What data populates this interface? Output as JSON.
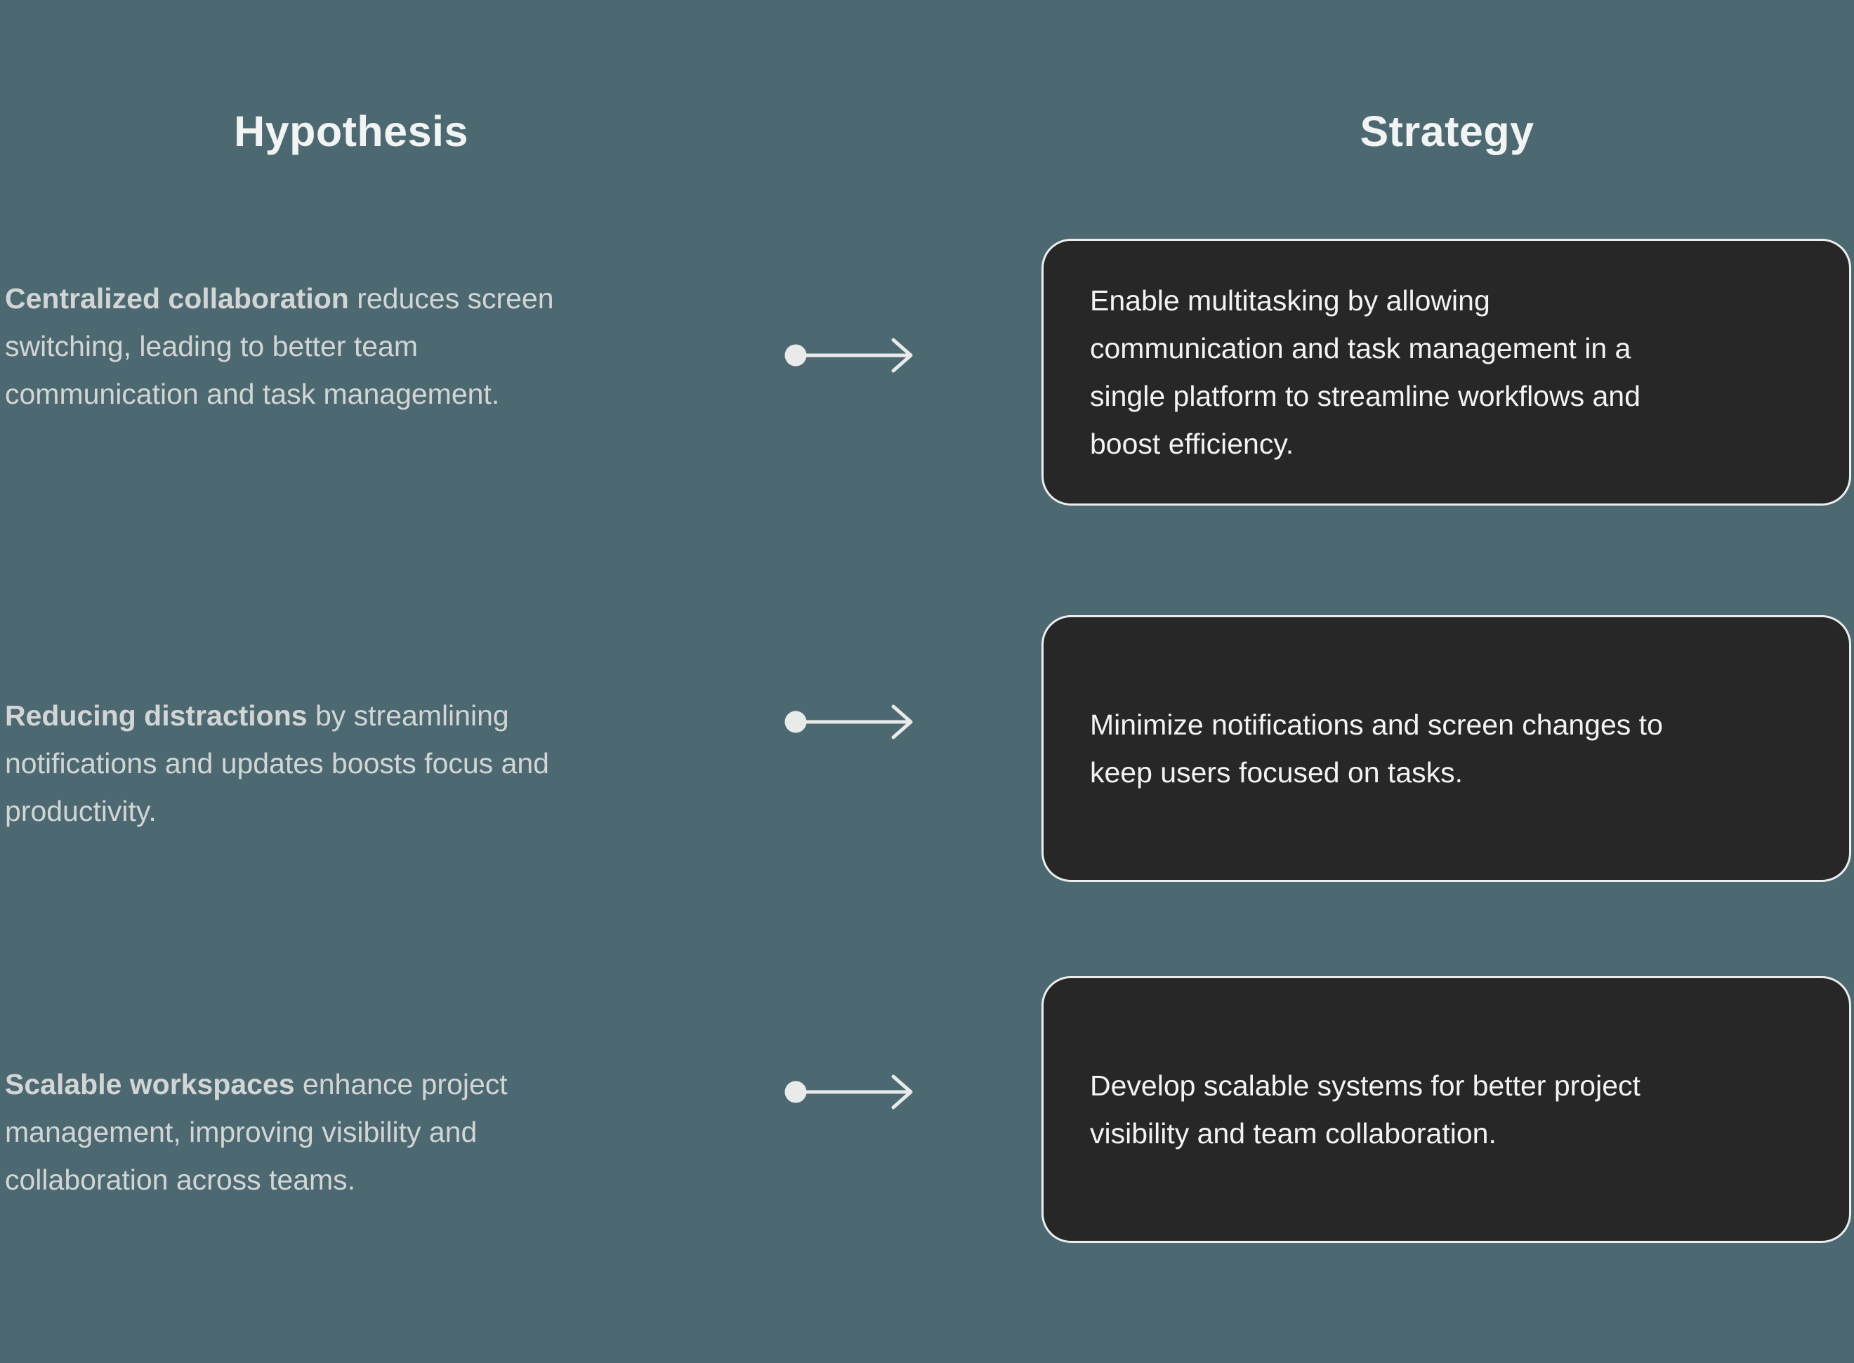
{
  "colors": {
    "background": "#4c6971",
    "card_background": "#272727",
    "card_border": "#eceded",
    "hypothesis_text": "#d3d5d5",
    "strategy_text": "#f2f3f3",
    "heading_text": "#f2f3f3",
    "arrow": "#e9eaea"
  },
  "headings": {
    "hypothesis": "Hypothesis",
    "strategy": "Strategy"
  },
  "icons": {
    "arrow": "dot-line-chevron-right-arrow"
  },
  "rows": [
    {
      "hypothesis_lines": [
        {
          "bold": "Centralized collaboration",
          "rest": " reduces screen"
        },
        {
          "text": "switching, leading to better team"
        },
        {
          "text": "communication and task management."
        }
      ],
      "strategy_lines": [
        {
          "text": "Enable multitasking by allowing"
        },
        {
          "text": "communication and task management in a"
        },
        {
          "text": "single platform to streamline workflows and"
        },
        {
          "text": "boost efficiency."
        }
      ]
    },
    {
      "hypothesis_lines": [
        {
          "bold": "Reducing distractions",
          "rest": " by streamlining"
        },
        {
          "text": "notifications and updates boosts focus and"
        },
        {
          "text": "productivity."
        }
      ],
      "strategy_lines": [
        {
          "text": "Minimize notifications and screen changes to"
        },
        {
          "text": "keep users focused on tasks."
        }
      ]
    },
    {
      "hypothesis_lines": [
        {
          "bold": "Scalable workspaces",
          "rest": " enhance project"
        },
        {
          "text": "management, improving visibility and"
        },
        {
          "text": "collaboration across teams."
        }
      ],
      "strategy_lines": [
        {
          "text": "Develop scalable systems for better project"
        },
        {
          "text": "visibility and team collaboration."
        }
      ]
    }
  ]
}
